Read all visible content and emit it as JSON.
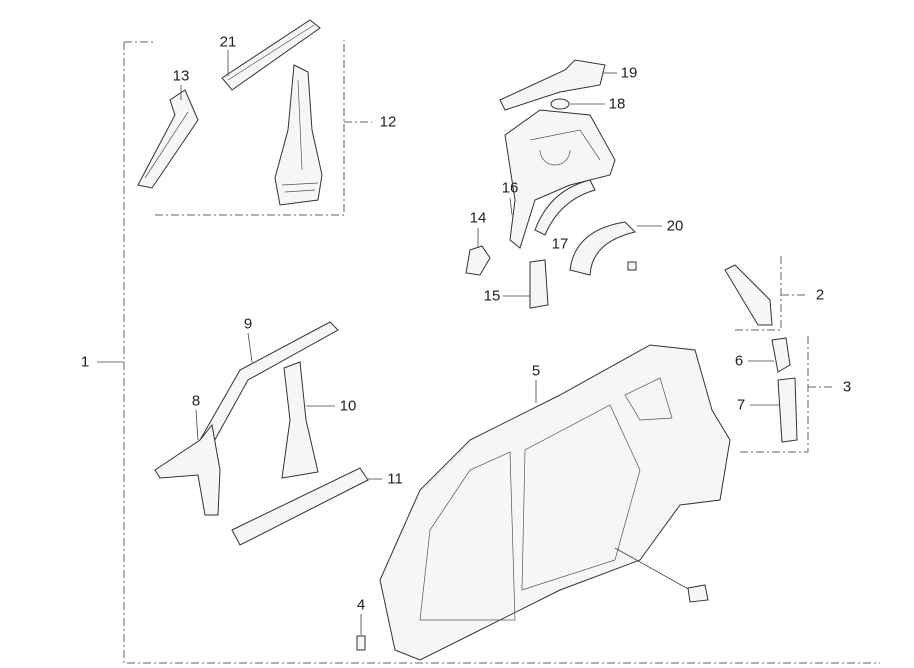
{
  "diagram": {
    "title": "Body side panel exploded parts diagram",
    "callouts": [
      {
        "id": "c1",
        "text": "1"
      },
      {
        "id": "c2",
        "text": "2"
      },
      {
        "id": "c3",
        "text": "3"
      },
      {
        "id": "c4",
        "text": "4"
      },
      {
        "id": "c5",
        "text": "5"
      },
      {
        "id": "c6",
        "text": "6"
      },
      {
        "id": "c7",
        "text": "7"
      },
      {
        "id": "c8",
        "text": "8"
      },
      {
        "id": "c9",
        "text": "9"
      },
      {
        "id": "c10",
        "text": "10"
      },
      {
        "id": "c11",
        "text": "11"
      },
      {
        "id": "c12",
        "text": "12"
      },
      {
        "id": "c13",
        "text": "13"
      },
      {
        "id": "c14",
        "text": "14"
      },
      {
        "id": "c15",
        "text": "15"
      },
      {
        "id": "c16",
        "text": "16"
      },
      {
        "id": "c17",
        "text": "17"
      },
      {
        "id": "c18",
        "text": "18"
      },
      {
        "id": "c19",
        "text": "19"
      },
      {
        "id": "c20",
        "text": "20"
      },
      {
        "id": "c21",
        "text": "21"
      }
    ]
  }
}
